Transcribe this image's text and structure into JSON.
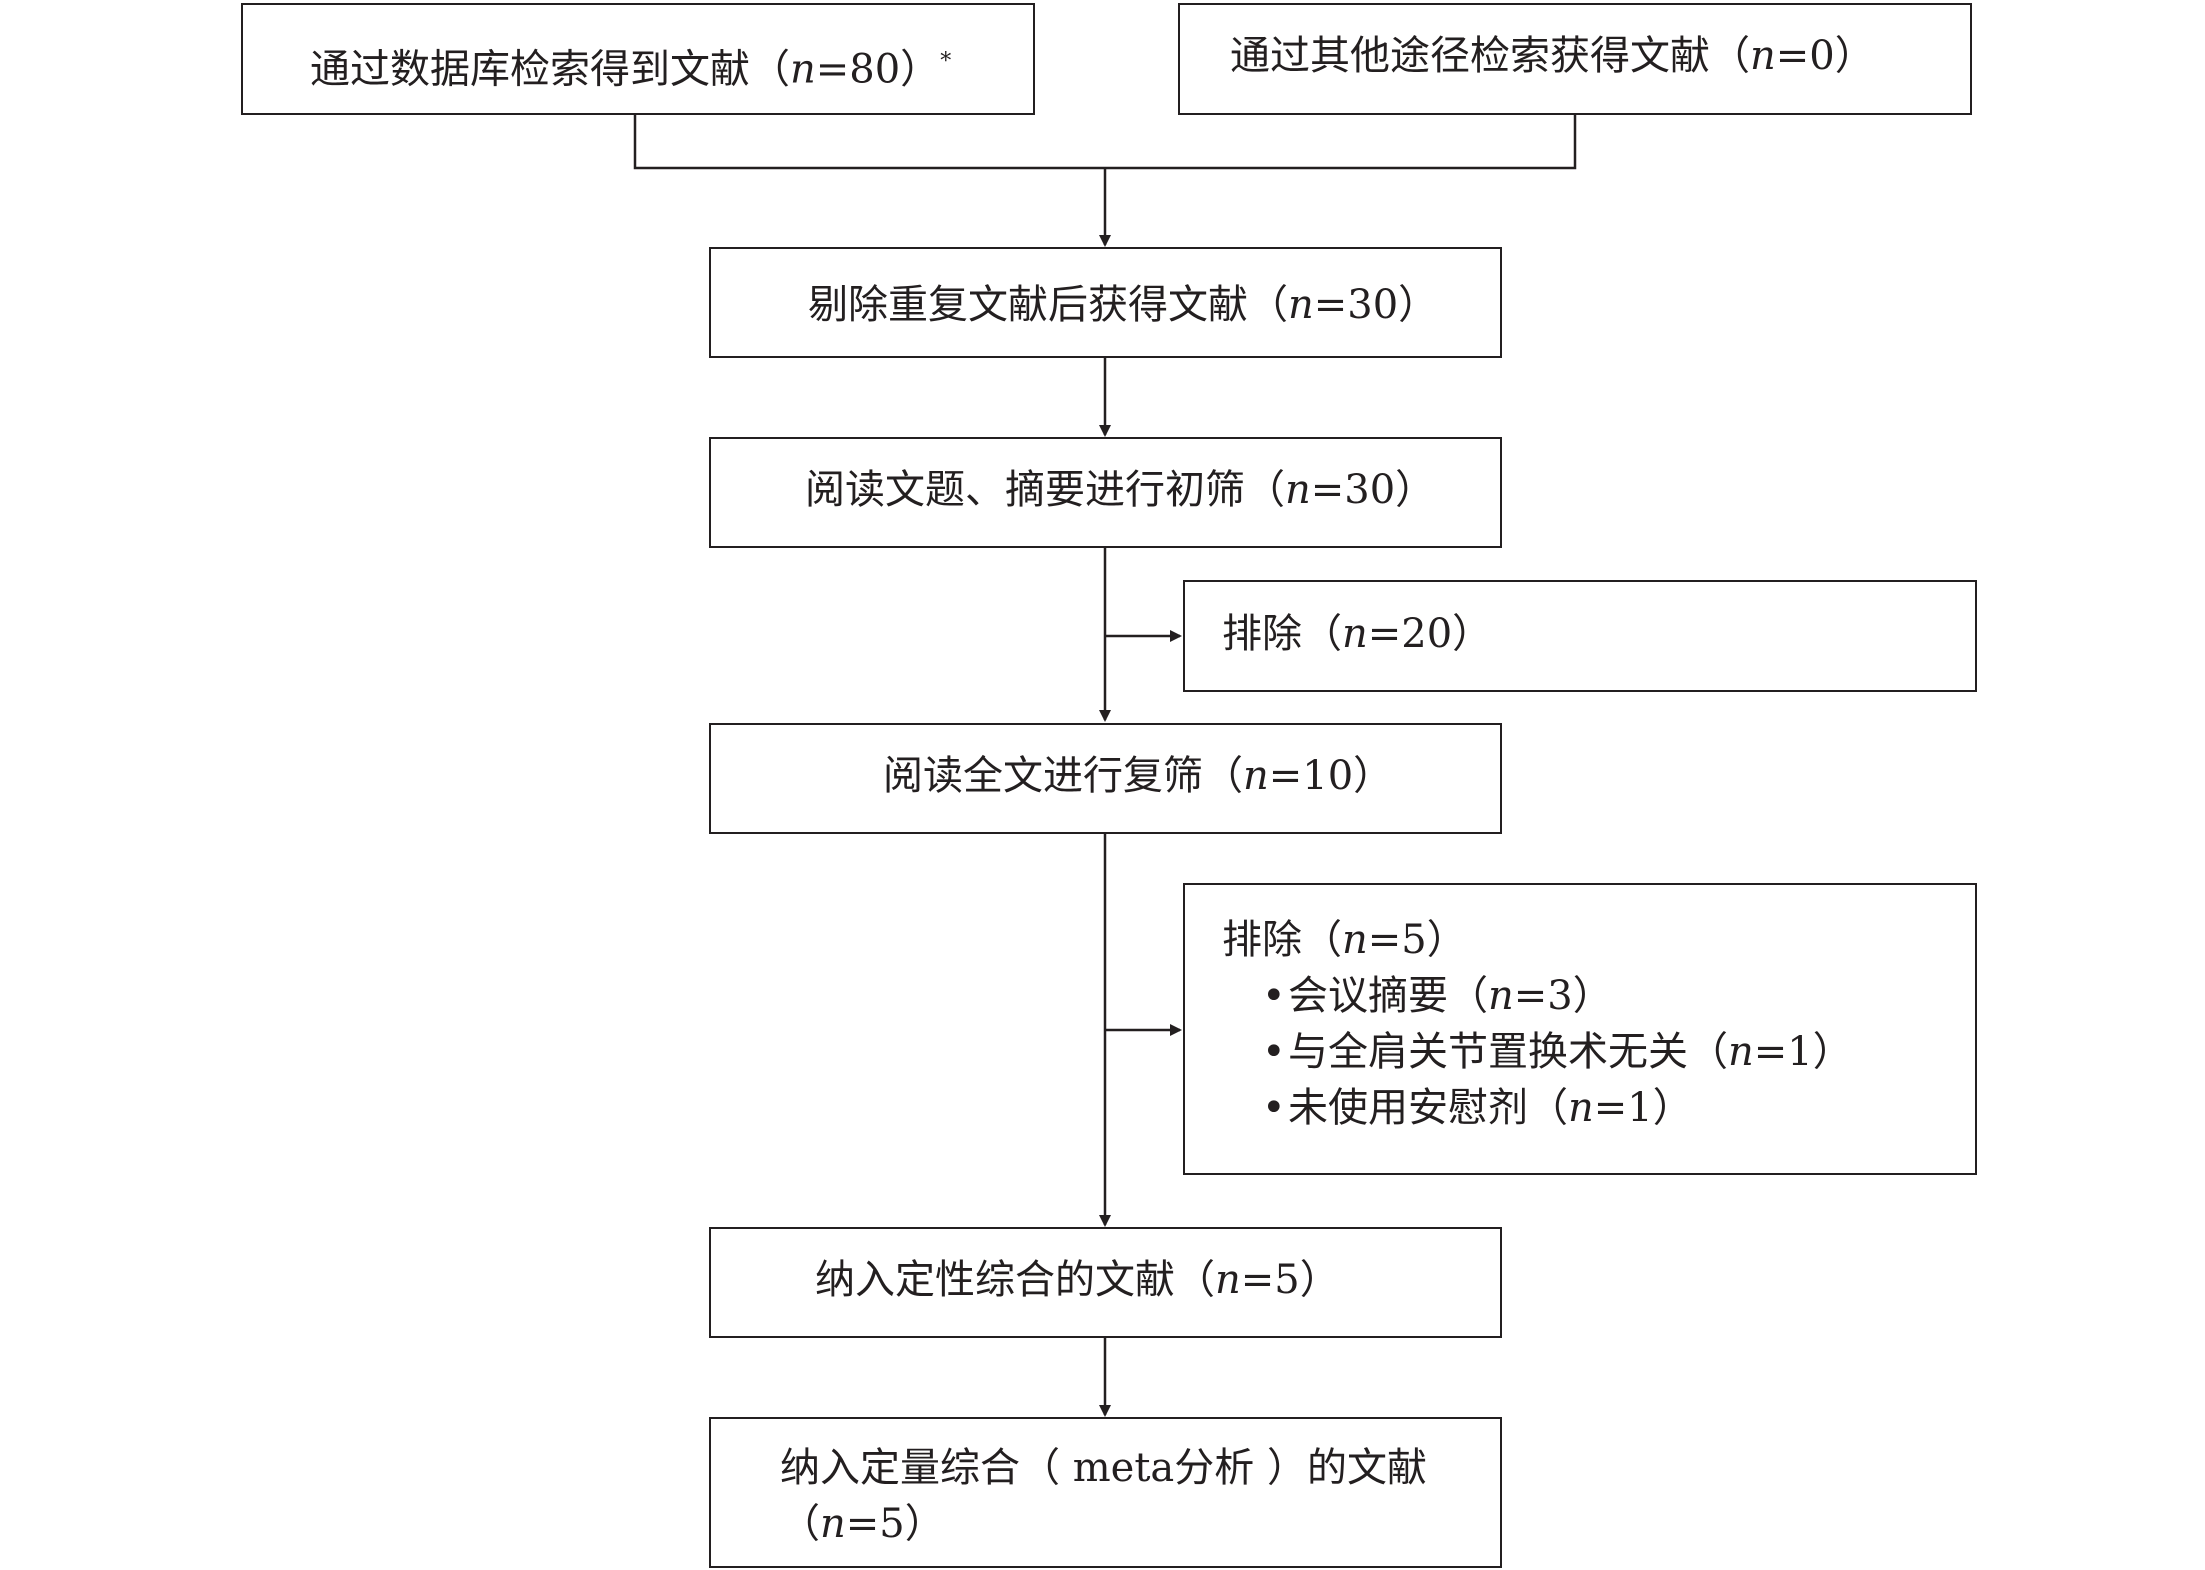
{
  "nodes": {
    "db_search": {
      "pre": "通过数据库检索得到文献（",
      "n": "n",
      "post": "=80）",
      "sup": "*"
    },
    "other_search": {
      "pre": "通过其他途径检索获得文献（",
      "n": "n",
      "post": "=0）"
    },
    "dedup": {
      "pre": "剔除重复文献后获得文献（",
      "n": "n",
      "post": "=30）"
    },
    "title_abs": {
      "pre": "阅读文题、摘要进行初筛（",
      "n": "n",
      "post": "=30）"
    },
    "exclude1": {
      "pre": "排除（",
      "n": "n",
      "post": "=20）"
    },
    "fulltext": {
      "pre": "阅读全文进行复筛（",
      "n": "n",
      "post": "=10）"
    },
    "exclude2": {
      "head": {
        "pre": "排除（",
        "n": "n",
        "post": "=5）"
      },
      "items": [
        {
          "bullet": "•",
          "pre": "会议摘要（",
          "n": "n",
          "post": "=3）"
        },
        {
          "bullet": "•",
          "pre": "与全肩关节置换术无关（",
          "n": "n",
          "post": "=1）"
        },
        {
          "bullet": "•",
          "pre": "未使用安慰剂（",
          "n": "n",
          "post": "=1）"
        }
      ]
    },
    "qualitative": {
      "pre": "纳入定性综合的文献（",
      "n": "n",
      "post": "=5）"
    },
    "quantitative": {
      "line1": "纳入定量综合（ meta分析 ）的文献",
      "line2": {
        "pre": "（",
        "n": "n",
        "post": "=5）"
      }
    }
  },
  "colors": {
    "stroke": "#231f20",
    "background": "#ffffff"
  }
}
